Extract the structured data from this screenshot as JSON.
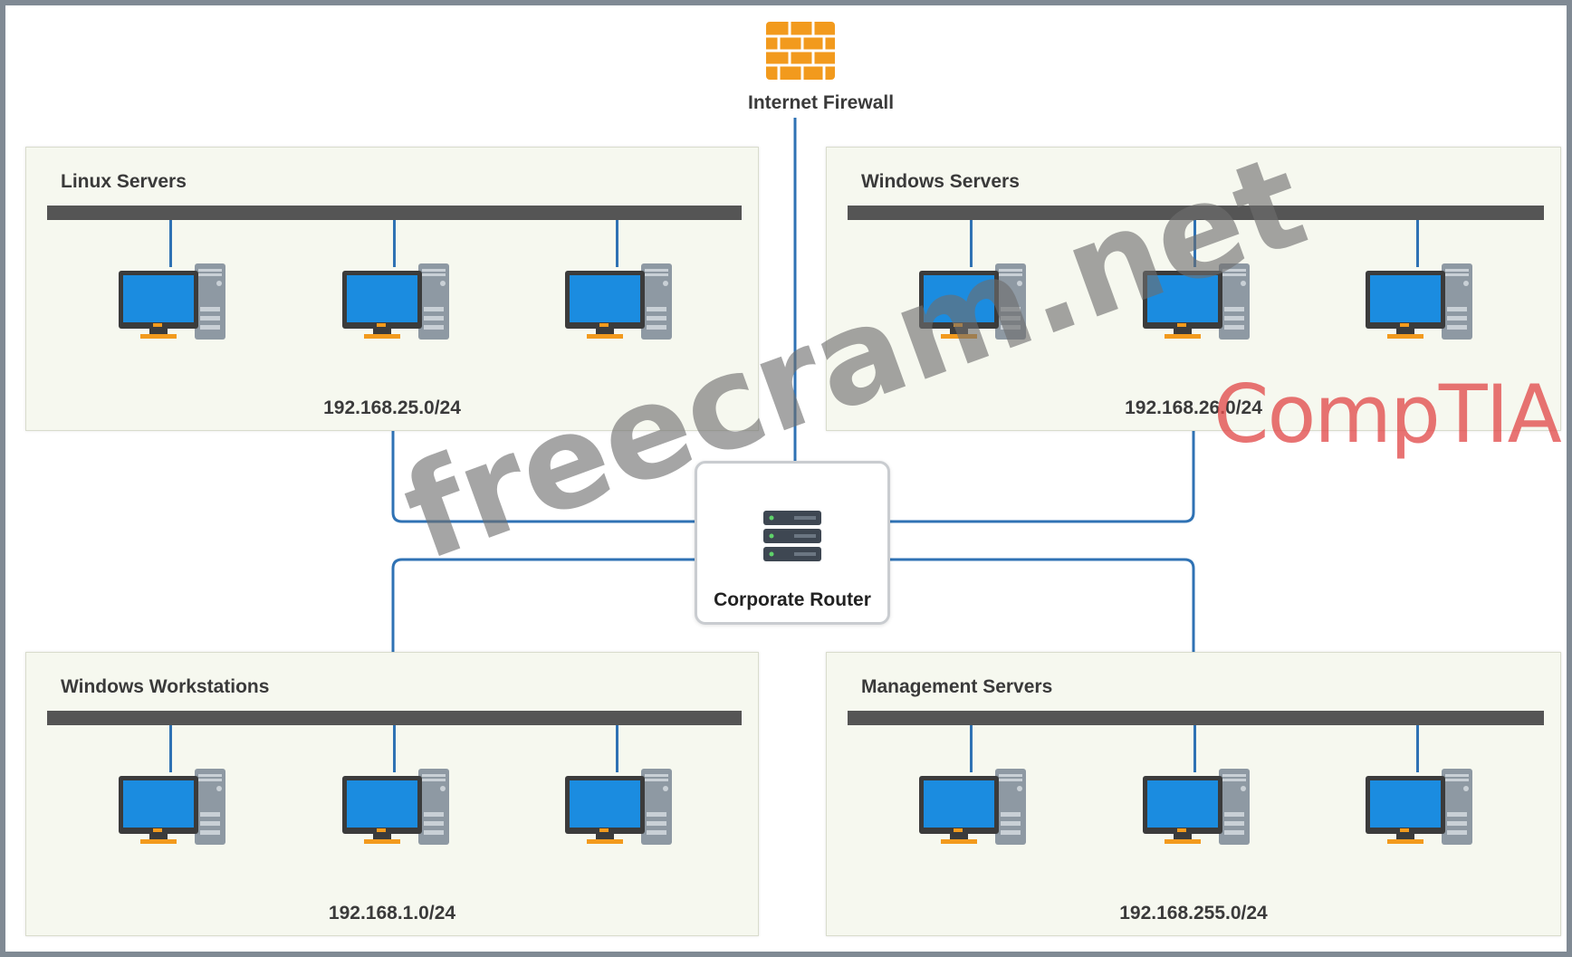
{
  "colors": {
    "link": "#2f72b4",
    "bus": "#555555",
    "panel_bg": "#f6f8ef",
    "firewall": "#f29a1d",
    "monitor": "#1b8ce0",
    "tower": "#8e99a3",
    "watermark": "#6e6e6e",
    "brand": "#e14b4b"
  },
  "firewall": {
    "label": "Internet Firewall",
    "icon": "firewall-icon"
  },
  "router": {
    "label": "Corporate Router",
    "icon": "server-rack-icon"
  },
  "segments": [
    {
      "id": "linux-servers",
      "title": "Linux Servers",
      "subnet": "192.168.25.0/24",
      "hosts": 3,
      "icon": "desktop-computer-icon"
    },
    {
      "id": "windows-servers",
      "title": "Windows Servers",
      "subnet": "192.168.26.0/24",
      "hosts": 3,
      "icon": "desktop-computer-icon"
    },
    {
      "id": "windows-workstations",
      "title": "Windows Workstations",
      "subnet": "192.168.1.0/24",
      "hosts": 3,
      "icon": "desktop-computer-icon"
    },
    {
      "id": "management-servers",
      "title": "Management Servers",
      "subnet": "192.168.255.0/24",
      "hosts": 3,
      "icon": "desktop-computer-icon"
    }
  ],
  "watermark": {
    "text": "freecram.net"
  },
  "brand_logo": {
    "text": "CompTIA."
  }
}
